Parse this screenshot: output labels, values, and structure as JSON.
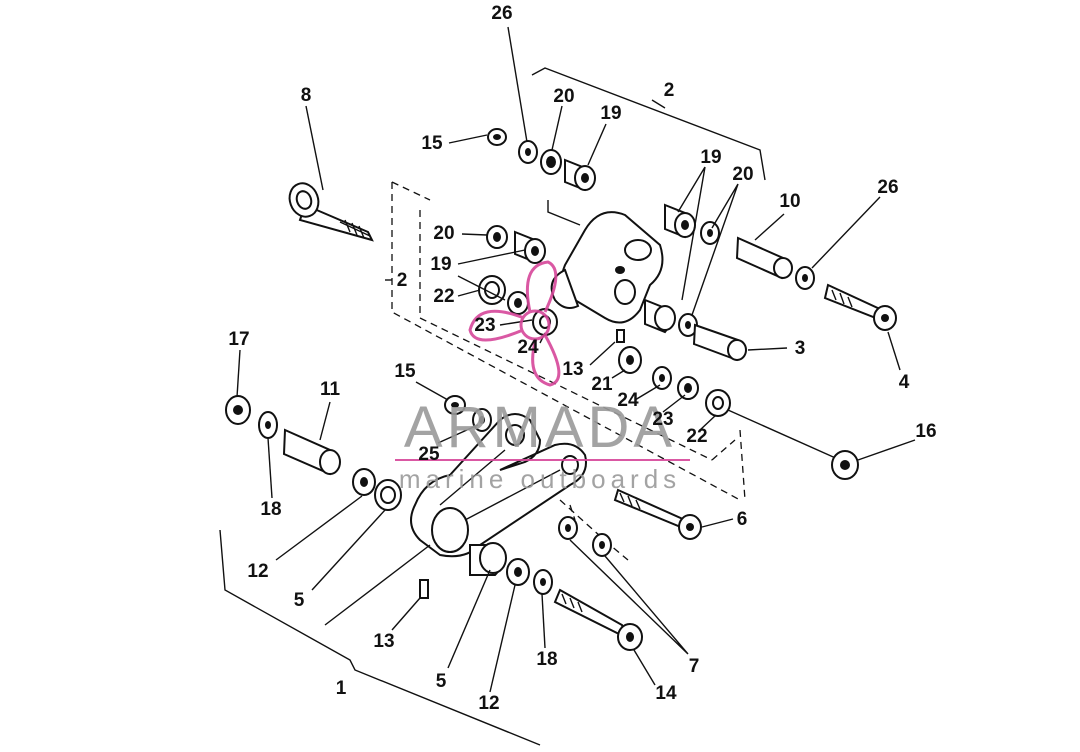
{
  "diagram": {
    "labels": {
      "l1": "1",
      "l2a": "2",
      "l2b": "2",
      "l3": "3",
      "l4": "4",
      "l5a": "5",
      "l5b": "5",
      "l6": "6",
      "l7": "7",
      "l8": "8",
      "l10": "10",
      "l11": "11",
      "l12a": "12",
      "l12b": "12",
      "l13a": "13",
      "l13b": "13",
      "l14": "14",
      "l15a": "15",
      "l15b": "15",
      "l16": "16",
      "l17": "17",
      "l18a": "18",
      "l18b": "18",
      "l19a": "19",
      "l19b": "19",
      "l19c": "19",
      "l20a": "20",
      "l20b": "20",
      "l20c": "20",
      "l21": "21",
      "l22a": "22",
      "l22b": "22",
      "l23a": "23",
      "l23b": "23",
      "l24a": "24",
      "l24b": "24",
      "l25": "25",
      "l26a": "26",
      "l26b": "26"
    }
  },
  "watermark": {
    "brand": "ARMADA",
    "tagline": "marine outboards",
    "accent_color": "#d6479a",
    "text_color": "#9a9a9a"
  }
}
